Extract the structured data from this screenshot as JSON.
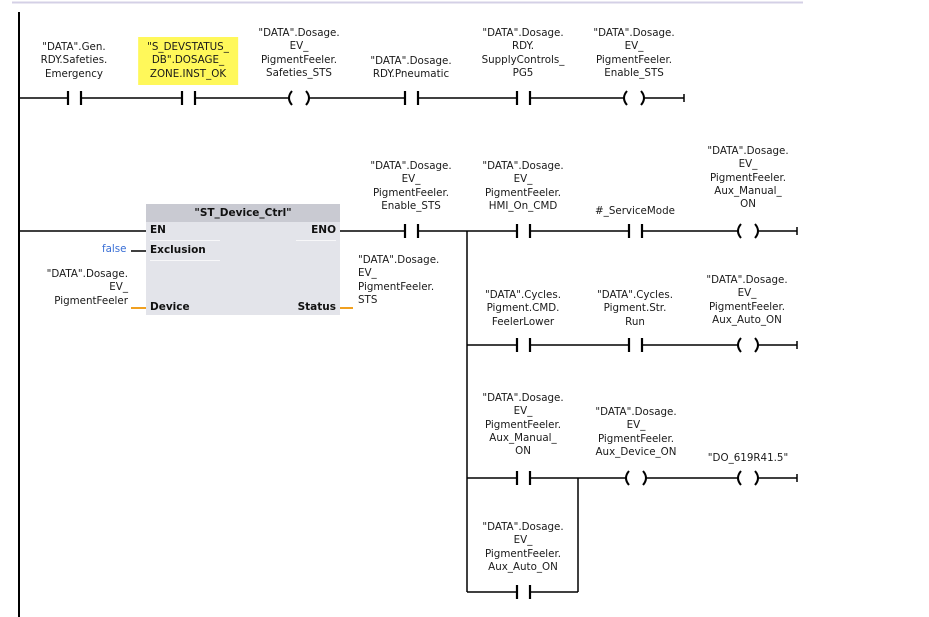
{
  "network1": {
    "contact1": "\"DATA\".Gen.\nRDY.Safeties.\nEmergency",
    "contact2": "\"S_DEVSTATUS_\nDB\".DOSAGE_\nZONE.INST_OK",
    "coil1": "\"DATA\".Dosage.\nEV_\nPigmentFeeler.\nSafeties_STS",
    "contact3": "\"DATA\".Dosage.\nRDY.Pneumatic",
    "contact4": "\"DATA\".Dosage.\nRDY.\nSupplyControls_\nPG5",
    "coil2": "\"DATA\".Dosage.\nEV_\nPigmentFeeler.\nEnable_STS"
  },
  "network2": {
    "block": {
      "title": "\"ST_Device_Ctrl\"",
      "pins": {
        "en": "EN",
        "eno": "ENO",
        "exclusion": "Exclusion",
        "device": "Device",
        "status": "Status"
      },
      "exclusion_value": "false",
      "device_operand": "\"DATA\".Dosage.\nEV_\nPigmentFeeler",
      "status_operand": "\"DATA\".Dosage.\nEV_\nPigmentFeeler.\nSTS"
    },
    "contact_enable": "\"DATA\".Dosage.\nEV_\nPigmentFeeler.\nEnable_STS",
    "branch1": {
      "contact1": "\"DATA\".Dosage.\nEV_\nPigmentFeeler.\nHMI_On_CMD",
      "contact2": "#_ServiceMode",
      "coil": "\"DATA\".Dosage.\nEV_\nPigmentFeeler.\nAux_Manual_\nON"
    },
    "branch2": {
      "contact1": "\"DATA\".Cycles.\nPigment.CMD.\nFeelerLower",
      "contact2": "\"DATA\".Cycles.\nPigment.Str.\nRun",
      "coil": "\"DATA\".Dosage.\nEV_\nPigmentFeeler.\nAux_Auto_ON"
    },
    "branch3": {
      "contact1": "\"DATA\".Dosage.\nEV_\nPigmentFeeler.\nAux_Manual_\nON",
      "contact_parallel": "\"DATA\".Dosage.\nEV_\nPigmentFeeler.\nAux_Auto_ON",
      "coil1": "\"DATA\".Dosage.\nEV_\nPigmentFeeler.\nAux_Device_ON",
      "coil2": "\"DO_619R41.5\""
    }
  },
  "colors": {
    "wire": "#000000",
    "highlight": "#fff85a",
    "block_body": "#e3e4ea",
    "block_header": "#c9cad2",
    "literal": "#3a6fd6",
    "param_wire": "#f0a020",
    "top_border": "#d4d0e6"
  }
}
